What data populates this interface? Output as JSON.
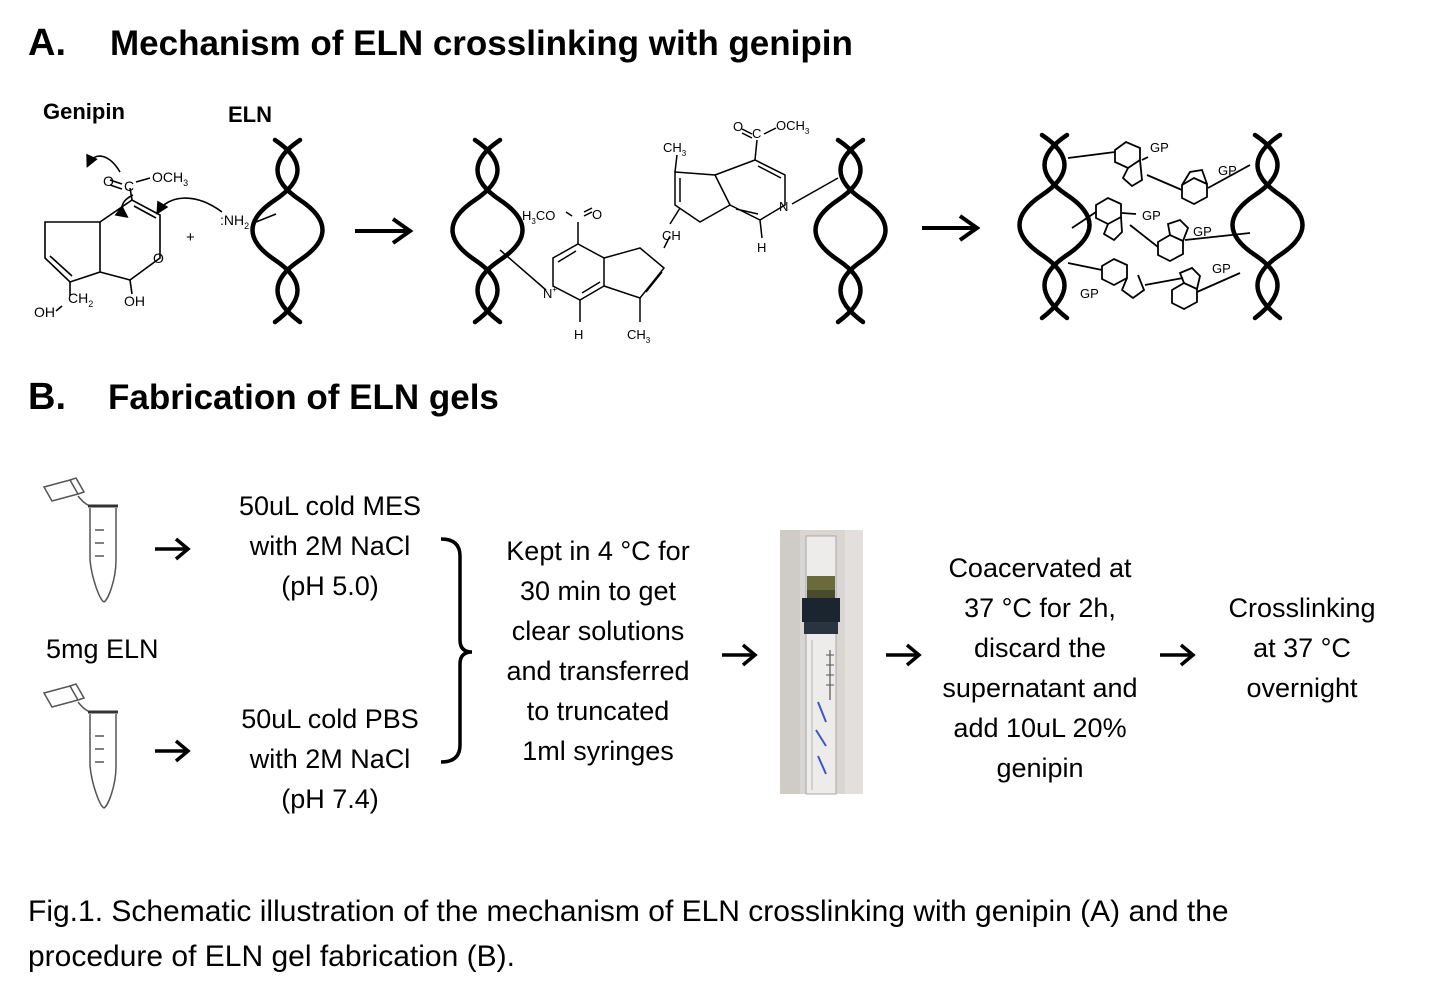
{
  "section_a": {
    "letter": "A.",
    "title": "Mechanism of ELN crosslinking with genipin",
    "label_genipin": "Genipin",
    "label_eln": "ELN",
    "chem": {
      "och3": "OCH",
      "h3co": "H",
      "co": "CO",
      "ch3": "CH",
      "nh2": ":NH",
      "ch2": "CH",
      "oh": "OH",
      "o_ring": "O",
      "o_eq": "O",
      "c": "C",
      "n": "N",
      "h": "H",
      "plus": "+",
      "gp": "GP",
      "sub2": "2",
      "sub3": "3",
      "charge": "+"
    }
  },
  "section_b": {
    "letter": "B.",
    "title": "Fabrication of ELN gels",
    "sample_label": "5mg ELN",
    "buffer_top": [
      "50uL cold MES",
      "with 2M NaCl",
      "(pH 5.0)"
    ],
    "buffer_bottom": [
      "50uL cold PBS",
      "with 2M NaCl",
      "(pH 7.4)"
    ],
    "step_keep": [
      "Kept in 4 °C for",
      "30 min to get",
      "clear solutions",
      "and transferred",
      "to truncated",
      "1ml syringes"
    ],
    "step_coacervate": [
      "Coacervated at",
      "37 °C for 2h,",
      "discard  the",
      "supernatant and",
      "add 10uL 20%",
      "genipin"
    ],
    "step_crosslink": [
      "Crosslinking",
      "at 37 °C",
      "overnight"
    ]
  },
  "caption": {
    "line1": "Fig.1. Schematic illustration of the mechanism of ELN crosslinking with genipin (A) and the",
    "line2": "procedure of ELN gel fabrication (B)."
  }
}
